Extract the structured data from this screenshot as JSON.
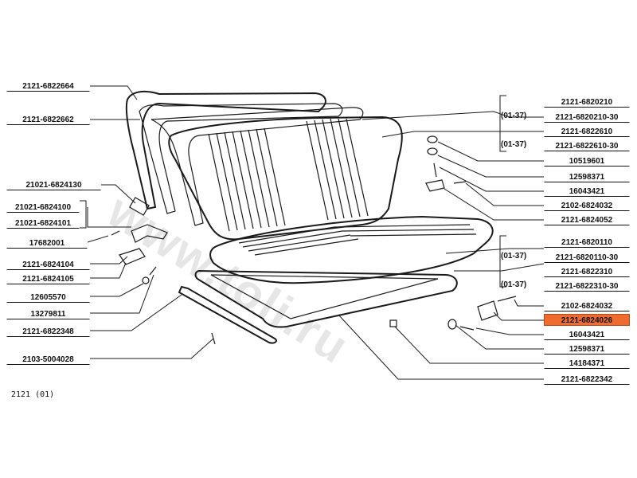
{
  "watermark": "www.toli.ru",
  "footer": "2121 (01)",
  "left_labels": [
    "2121-6822664",
    "2121-6822662",
    "21021-6824130",
    "21021-6824100",
    "21021-6824101",
    "17682001",
    "2121-6824104",
    "2121-6824105",
    "12605570",
    "13279811",
    "2121-6822348",
    "2103-5004028"
  ],
  "right_labels": [
    "2121-6820210",
    "2121-6820210-30",
    "2121-6822610",
    "2121-6822610-30",
    "10519601",
    "12598371",
    "16043421",
    "2102-6824032",
    "2121-6824052",
    "2121-6820110",
    "2121-6820110-30",
    "2121-6822310",
    "2121-6822310-30",
    "2102-6824032",
    "2121-6824026",
    "16043421",
    "12598371",
    "14184371",
    "2121-6822342"
  ],
  "variants": [
    "(01-37)",
    "(01-37)",
    "(01-37)",
    "(01-37)"
  ],
  "highlight_color": "#ef6c31"
}
